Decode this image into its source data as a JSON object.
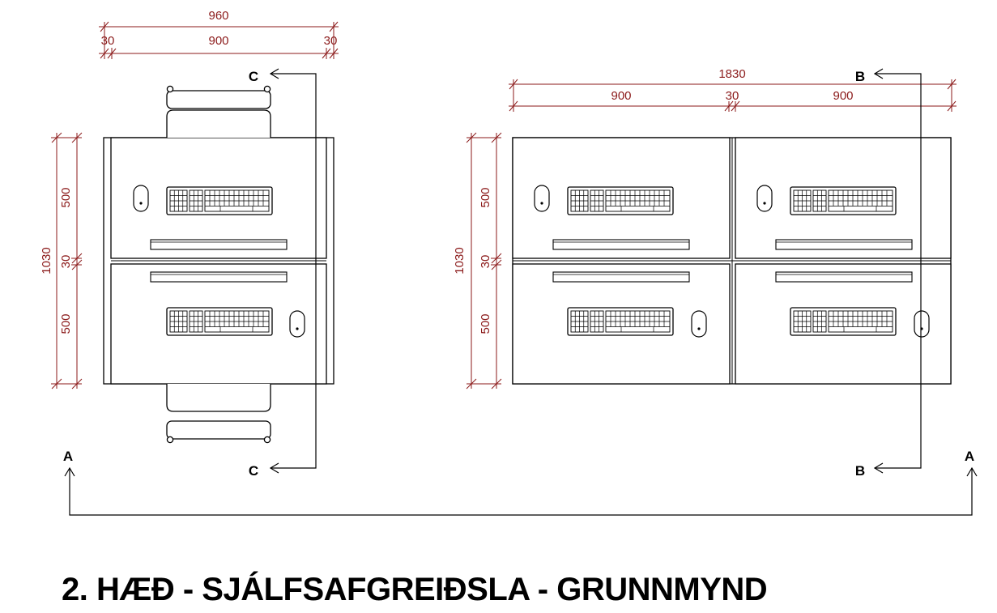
{
  "title": "2. HÆÐ - SJÁLFSAFGREIÐSLA - GRUNNMYND",
  "dimension_color": "#8b1a1a",
  "left_plan": {
    "width_total": "960",
    "width_left": "30",
    "width_mid": "900",
    "width_right": "30",
    "depth_total": "1030",
    "depth_top": "500",
    "depth_mid": "30",
    "depth_bottom": "500"
  },
  "right_plan": {
    "width_total": "1830",
    "width_left": "900",
    "width_mid": "30",
    "width_right": "900",
    "depth_total": "1030",
    "depth_top": "500",
    "depth_mid": "30",
    "depth_bottom": "500"
  },
  "section_marks": {
    "a": "A",
    "b": "B",
    "c": "C"
  }
}
